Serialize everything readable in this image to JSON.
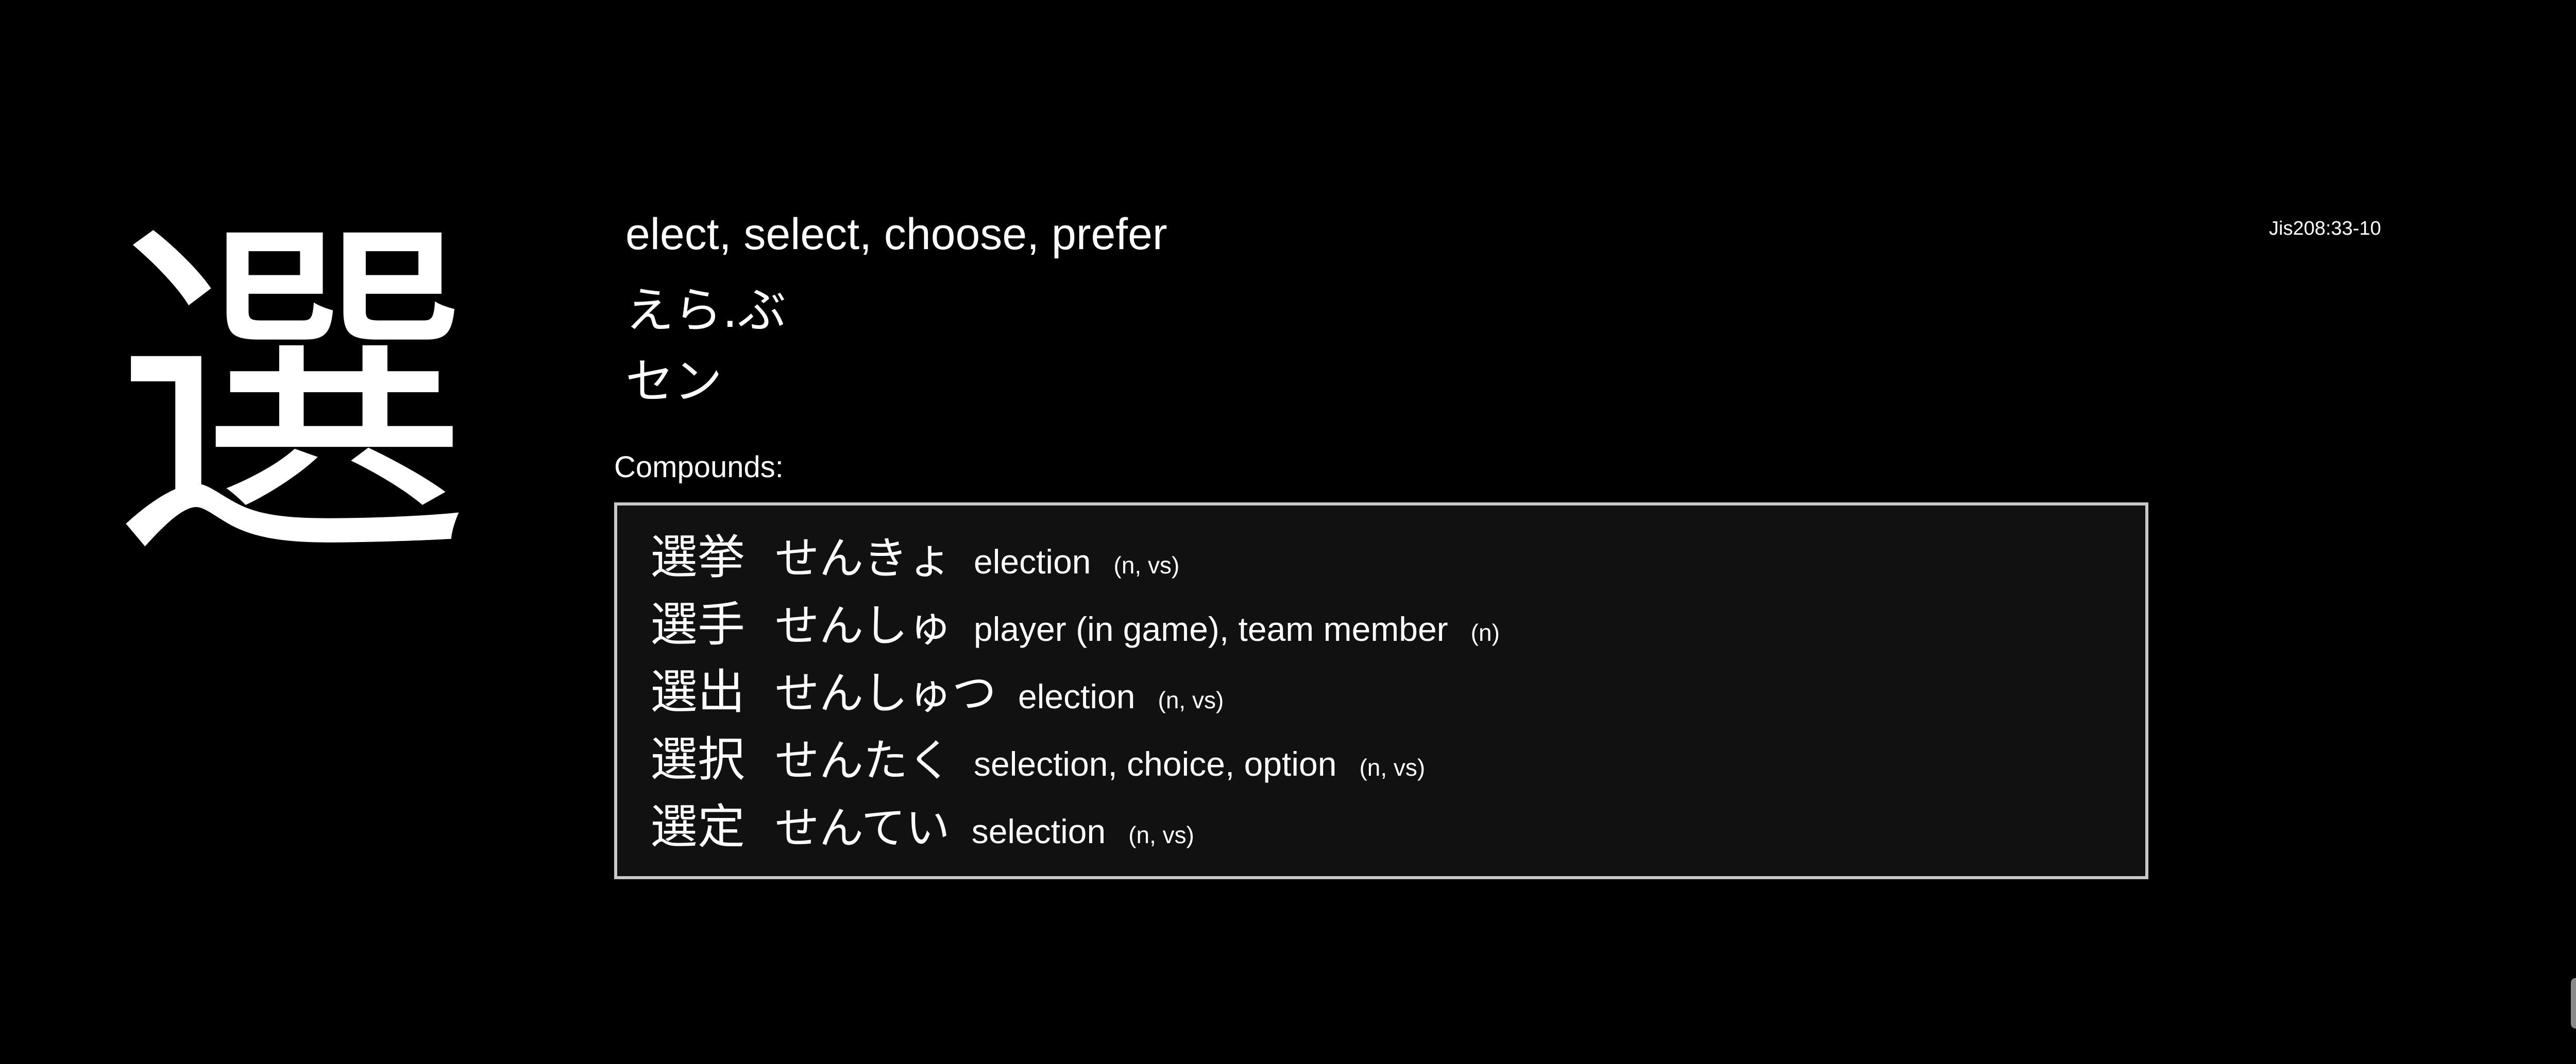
{
  "kanji": {
    "character": "選",
    "meaning": "elect, select, choose, prefer",
    "kun_reading": "えら.ぶ",
    "on_reading": "セン",
    "jis_code": "Jis208:33-10"
  },
  "compounds": {
    "label": "Compounds:",
    "items": [
      {
        "word": "選挙",
        "reading": "せんきょ",
        "gloss": "election",
        "pos": "(n, vs)"
      },
      {
        "word": "選手",
        "reading": "せんしゅ",
        "gloss": "player (in game), team member",
        "pos": "(n)"
      },
      {
        "word": "選出",
        "reading": "せんしゅつ",
        "gloss": "election",
        "pos": "(n, vs)"
      },
      {
        "word": "選択",
        "reading": "せんたく",
        "gloss": "selection, choice, option",
        "pos": "(n, vs)"
      },
      {
        "word": "選定",
        "reading": "せんてい",
        "gloss": "selection",
        "pos": "(n, vs)"
      }
    ]
  },
  "colors": {
    "background": "#000000",
    "text": "#ffffff",
    "box_border": "#c8c8c8",
    "box_background": "#111111"
  }
}
